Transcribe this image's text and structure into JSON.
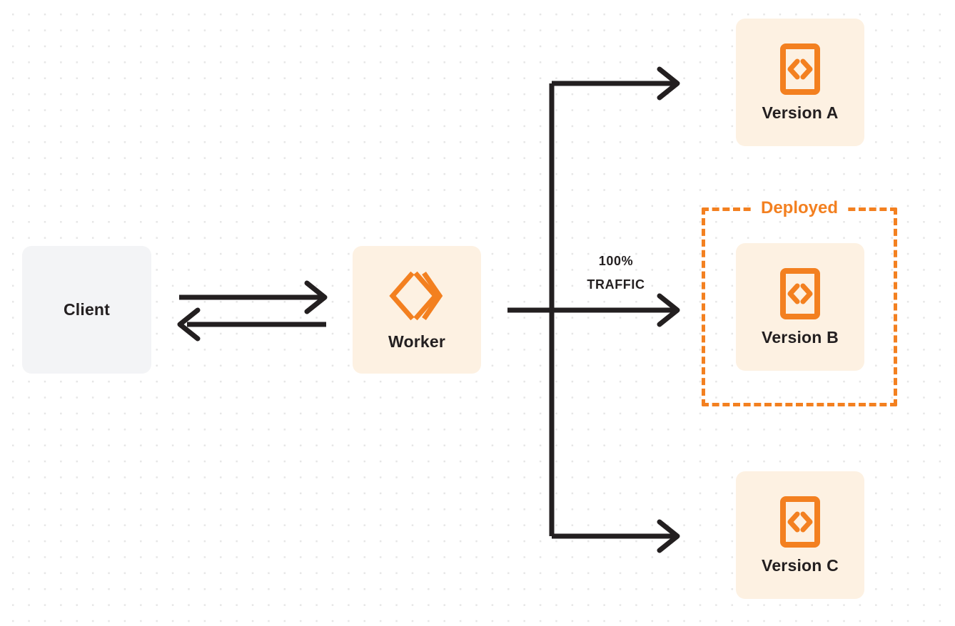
{
  "diagram": {
    "title": "Worker version traffic routing",
    "background": {
      "color": "#ffffff",
      "dot_color": "#e6e6e6",
      "pattern": "dot-grid"
    },
    "colors": {
      "orange": "#f38020",
      "card_orange_bg": "#fdf1e2",
      "card_gray_bg": "#f3f4f6",
      "text_dark": "#231f20",
      "connector": "#231f20"
    },
    "nodes": {
      "client": {
        "label": "Client",
        "icon": "none"
      },
      "worker": {
        "label": "Worker",
        "icon": "cloudflare-workers-logo-icon"
      },
      "version_a": {
        "label": "Version A",
        "icon": "code-document-icon"
      },
      "version_b": {
        "label": "Version B",
        "icon": "code-document-icon"
      },
      "version_c": {
        "label": "Version C",
        "icon": "code-document-icon"
      }
    },
    "group": {
      "label": "Deployed",
      "style": "dashed-orange-border",
      "contains": "Version B"
    },
    "connectors": {
      "client_to_worker": {
        "label": "",
        "direction": "right"
      },
      "worker_to_client": {
        "label": "",
        "direction": "left"
      },
      "traffic": {
        "percent": "100%",
        "unit": "TRAFFIC",
        "targets": [
          "Version A",
          "Version B",
          "Version C"
        ]
      }
    }
  }
}
